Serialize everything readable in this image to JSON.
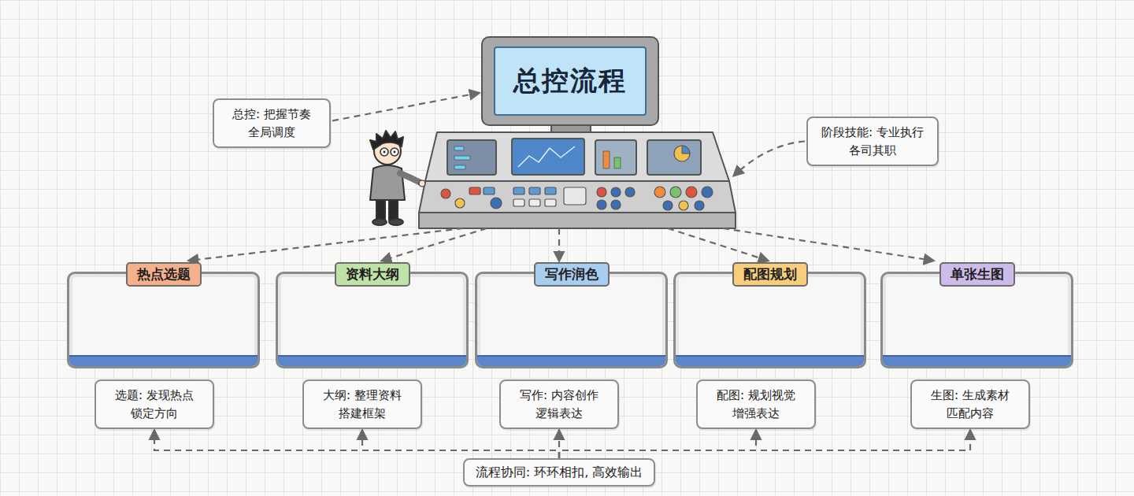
{
  "diagram": {
    "nodes": [
      {
        "text": [
          "总控: 把握节奏 全局调度"
        ]
      },
      {
        "text": [
          "总控流程"
        ]
      },
      {
        "text": [
          "阶段技能: 专业执行 各司其职"
        ]
      },
      {
        "text": [
          "热点选题"
        ]
      },
      {
        "text": [
          "资料大纲"
        ]
      },
      {
        "text": [
          "写作润色"
        ]
      },
      {
        "text": [
          "配图规划"
        ]
      },
      {
        "text": [
          "单张生图"
        ]
      },
      {
        "text": [
          "选题: 发现热点 锁定方向"
        ]
      },
      {
        "text": [
          "大纲: 整理资料 搭建框架"
        ]
      },
      {
        "text": [
          "写作: 内容创作 逻辑表达"
        ]
      },
      {
        "text": [
          "配图: 规划视觉 增强表达"
        ]
      },
      {
        "text": [
          "生图: 生成素材 匹配内容"
        ]
      },
      {
        "text": [
          "流程协同: 环环相扣, 高效输出"
        ]
      }
    ],
    "edges": [
      {
        "from": 0,
        "to": 1,
        "arrow": "to"
      },
      {
        "from": 2,
        "to": 1,
        "arrow": "to"
      },
      {
        "from": 1,
        "to": 3,
        "arrow": "to"
      },
      {
        "from": 1,
        "to": 4,
        "arrow": "to"
      },
      {
        "from": 1,
        "to": 5,
        "arrow": "to"
      },
      {
        "from": 1,
        "to": 6,
        "arrow": "to"
      },
      {
        "from": 1,
        "to": 7,
        "arrow": "to"
      },
      {
        "from": 13,
        "to": 8,
        "arrow": "to"
      },
      {
        "from": 13,
        "to": 9,
        "arrow": "to"
      },
      {
        "from": 13,
        "to": 10,
        "arrow": "to"
      },
      {
        "from": 13,
        "to": 11,
        "arrow": "to"
      },
      {
        "from": 13,
        "to": 12,
        "arrow": "to"
      }
    ]
  }
}
